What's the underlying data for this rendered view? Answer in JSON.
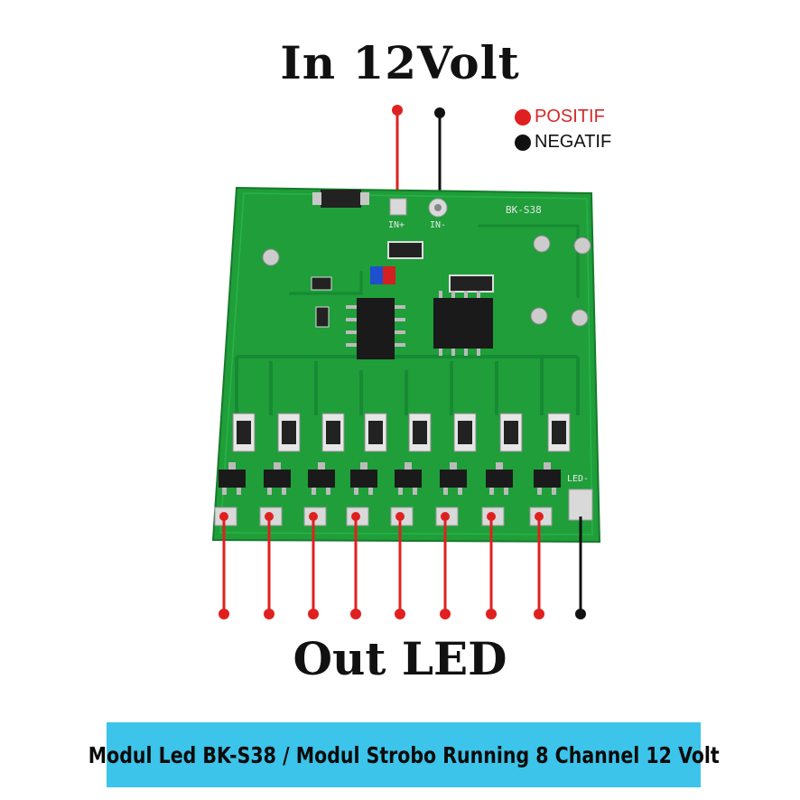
{
  "header": {
    "title": "In 12Volt"
  },
  "legend": {
    "positive": "POSITIF",
    "negative": "NEGATIF",
    "positive_color": "#e02020",
    "negative_color": "#111111"
  },
  "footer": {
    "title": "Out LED"
  },
  "banner": {
    "text": "Modul Led BK-S38 / Modul Strobo Running 8 Channel 12 Volt",
    "color": "#3cc4ea"
  },
  "board": {
    "color": "#1f9e3a",
    "silk_model": "BK-S38",
    "silk_in_pos": "IN+",
    "silk_in_neg": "IN-",
    "silk_led_neg": "LED-",
    "output_channels": 8
  }
}
